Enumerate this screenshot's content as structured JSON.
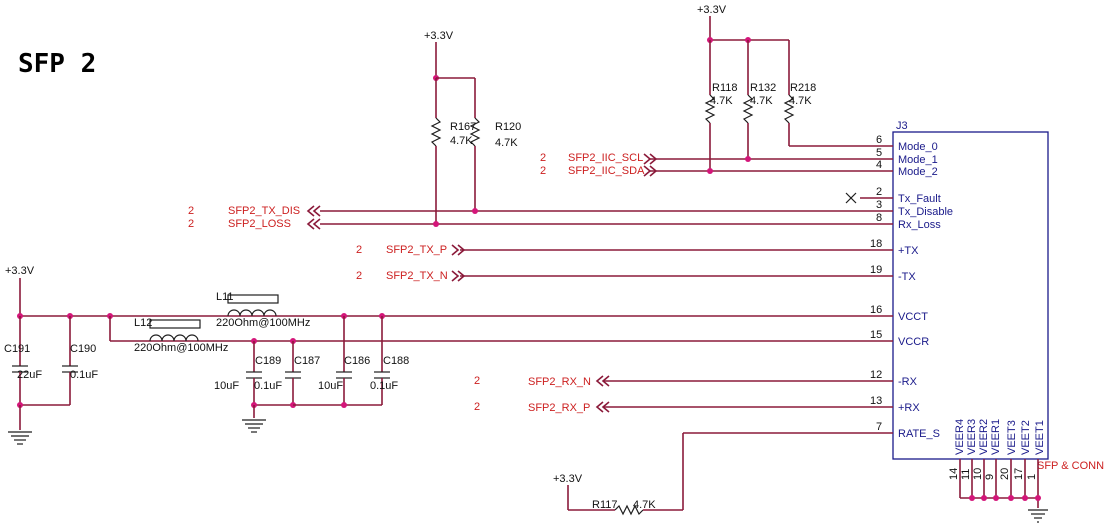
{
  "title": "SFP 2",
  "supply": "+3.3V",
  "sheet": "2",
  "nets": {
    "tx_dis": "SFP2_TX_DIS",
    "loss": "SFP2_LOSS",
    "scl": "SFP2_IIC_SCL",
    "sda": "SFP2_IIC_SDA",
    "tx_p": "SFP2_TX_P",
    "tx_n": "SFP2_TX_N",
    "rx_n": "SFP2_RX_N",
    "rx_p": "SFP2_RX_P"
  },
  "resistors": {
    "r167": {
      "ref": "R167",
      "value": "4.7K"
    },
    "r120": {
      "ref": "R120",
      "value": "4.7K"
    },
    "r118": {
      "ref": "R118",
      "value": "4.7K"
    },
    "r132": {
      "ref": "R132",
      "value": "4.7K"
    },
    "r218": {
      "ref": "R218",
      "value": "4.7K"
    },
    "r117": {
      "ref": "R117",
      "value": "4.7K"
    }
  },
  "inductors": {
    "l11": {
      "ref": "L11",
      "value": "220Ohm@100MHz"
    },
    "l12": {
      "ref": "L12",
      "value": "220Ohm@100MHz"
    }
  },
  "capacitors": {
    "c191": {
      "ref": "C191",
      "value": "22uF"
    },
    "c190": {
      "ref": "C190",
      "value": "0.1uF"
    },
    "c189": {
      "ref": "C189",
      "value": "10uF"
    },
    "c187": {
      "ref": "C187",
      "value": "0.1uF"
    },
    "c186": {
      "ref": "C186",
      "value": "10uF"
    },
    "c188": {
      "ref": "C188",
      "value": "0.1uF"
    }
  },
  "connector": {
    "ref": "J3",
    "name": "SFP & CONN",
    "pins": [
      {
        "num": "6",
        "name": "Mode_0"
      },
      {
        "num": "5",
        "name": "Mode_1"
      },
      {
        "num": "4",
        "name": "Mode_2"
      },
      {
        "num": "2",
        "name": "Tx_Fault"
      },
      {
        "num": "3",
        "name": "Tx_Disable"
      },
      {
        "num": "8",
        "name": "Rx_Loss"
      },
      {
        "num": "18",
        "name": "+TX"
      },
      {
        "num": "19",
        "name": "-TX"
      },
      {
        "num": "16",
        "name": "VCCT"
      },
      {
        "num": "15",
        "name": "VCCR"
      },
      {
        "num": "12",
        "name": "-RX"
      },
      {
        "num": "13",
        "name": "+RX"
      },
      {
        "num": "7",
        "name": "RATE_S"
      }
    ],
    "bottom_pins": [
      {
        "num": "14",
        "name": "VEER4"
      },
      {
        "num": "11",
        "name": "VEER3"
      },
      {
        "num": "10",
        "name": "VEER2"
      },
      {
        "num": "9",
        "name": "VEER1"
      },
      {
        "num": "20",
        "name": "VEET3"
      },
      {
        "num": "17",
        "name": "VEET2"
      },
      {
        "num": "1",
        "name": "VEET1"
      }
    ]
  }
}
